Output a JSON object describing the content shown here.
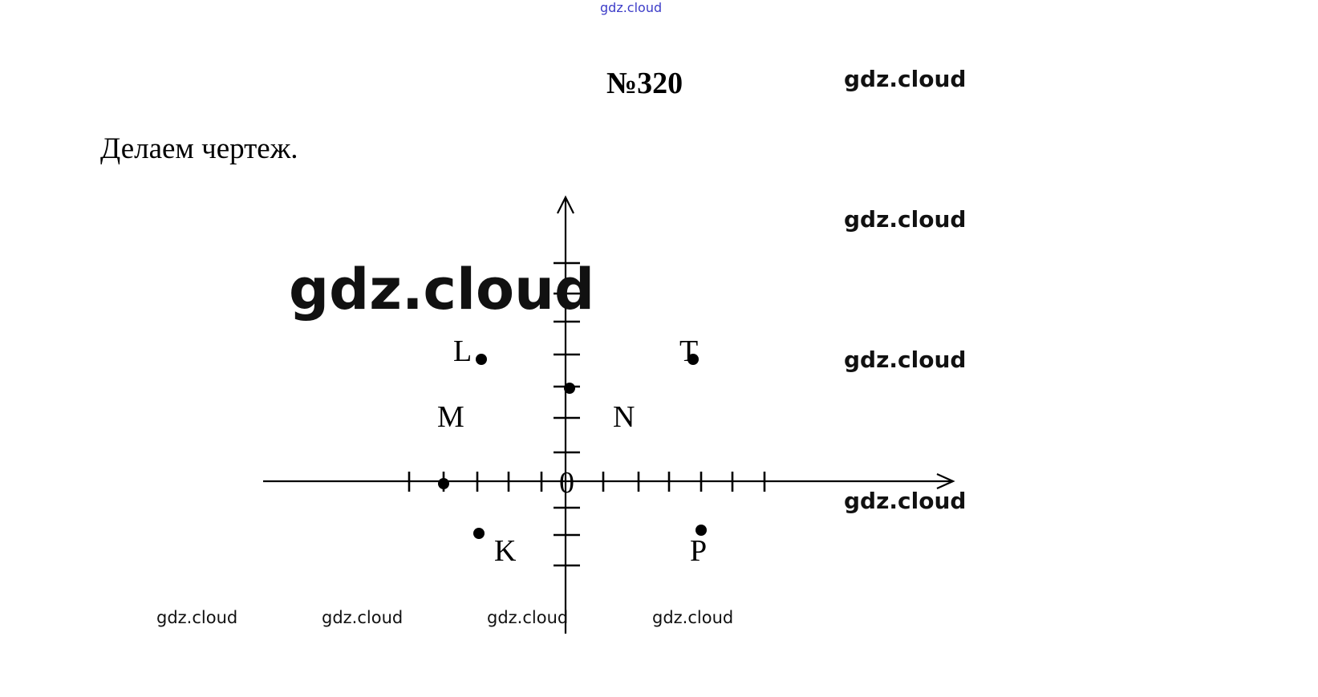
{
  "watermarks": {
    "top": "gdz.cloud",
    "right": [
      "gdz.cloud",
      "gdz.cloud",
      "gdz.cloud",
      "gdz.cloud"
    ],
    "big": "gdz.cloud",
    "bottom": [
      "gdz.cloud",
      "gdz.cloud",
      "gdz.cloud",
      "gdz.cloud"
    ]
  },
  "title": "№320",
  "subtitle": "Делаем чертеж.",
  "diagram": {
    "origin_label": "0",
    "point_labels": {
      "L": "L",
      "T": "T",
      "M": "M",
      "N": "N",
      "K": "K",
      "P": "P"
    }
  }
}
